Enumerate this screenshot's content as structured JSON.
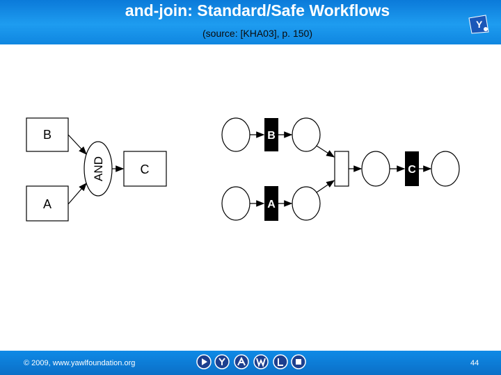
{
  "header": {
    "title": "and-join: Standard/Safe Workflows",
    "subtitle": "(source: [KHA03], p. 150)"
  },
  "colors": {
    "header_blue": "#1e9cf0",
    "footer_blue": "#0b6fc7",
    "task_black": "#000000"
  },
  "left_diagram": {
    "task_b": "B",
    "task_a": "A",
    "task_c": "C",
    "and_connector": "AND"
  },
  "right_diagram": {
    "transition_b": "B",
    "transition_a": "A",
    "transition_c": "C"
  },
  "footer": {
    "copyright": "© 2009, www.yawlfoundation.org",
    "page_number": "44",
    "nav_icons": [
      "play-icon",
      "y-icon",
      "a-icon",
      "w-icon",
      "l-icon",
      "stop-icon"
    ]
  },
  "logo": {
    "letter": "Y"
  }
}
